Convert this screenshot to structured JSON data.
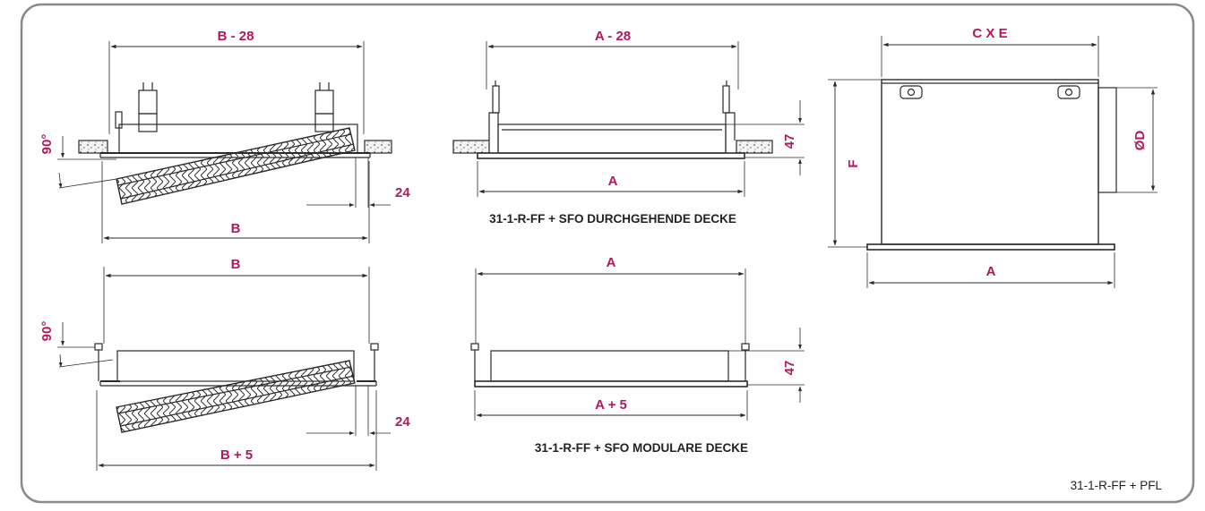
{
  "colors": {
    "frame": "#8a8a8a",
    "line": "#2a2a2a",
    "dimension": "#b0195e",
    "caption": "#222222"
  },
  "top_left": {
    "width_top": "B - 28",
    "angle": "90°",
    "width_bottom": "B",
    "offset": "24"
  },
  "top_middle": {
    "width_top": "A - 28",
    "height": "47",
    "width_bottom": "A",
    "caption": "31-1-R-FF + SFO DURCHGEHENDE DECKE"
  },
  "right_box": {
    "width_top": "C X E",
    "height_left": "F",
    "diameter": "ØD",
    "width_bottom": "A"
  },
  "bottom_left": {
    "width_top": "B",
    "angle": "90°",
    "width_bottom": "B + 5",
    "offset": "24"
  },
  "bottom_middle": {
    "width_top": "A",
    "height": "47",
    "width_bottom": "A + 5",
    "caption": "31-1-R-FF + SFO MODULARE DECKE"
  },
  "footer": {
    "label": "31-1-R-FF + PFL"
  }
}
